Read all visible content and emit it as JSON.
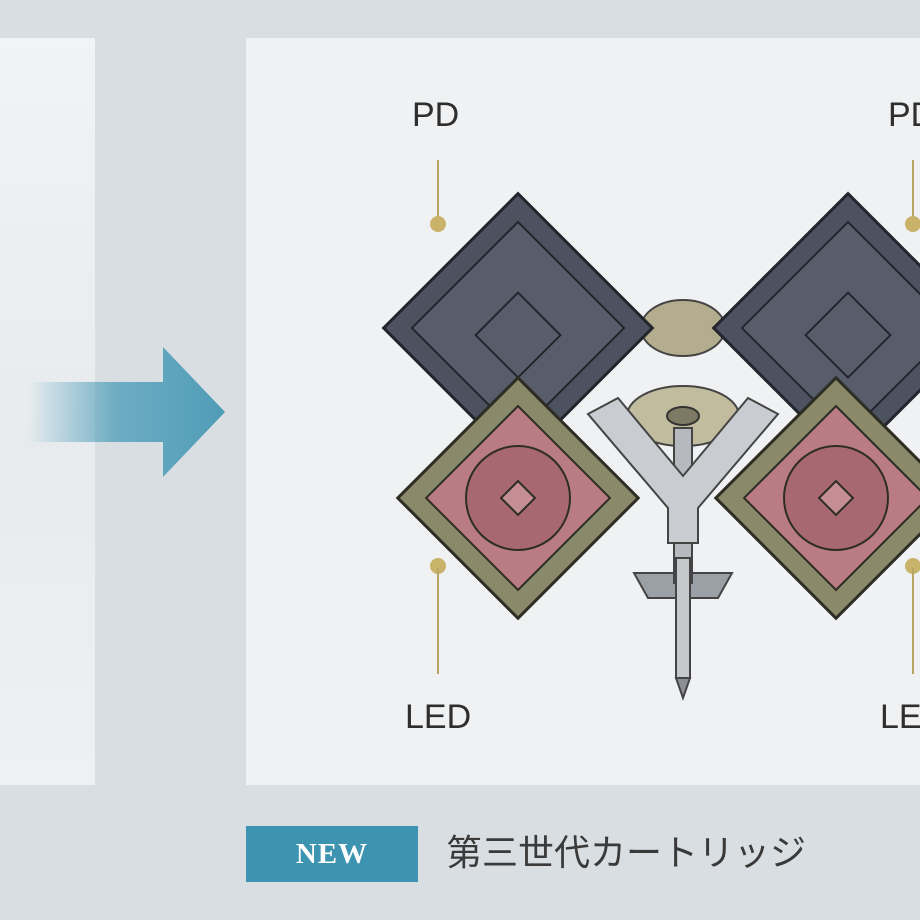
{
  "labels": {
    "pd_left": "PD",
    "pd_right": "PD",
    "led_left": "LED",
    "led_right": "LED"
  },
  "badge": {
    "text": "NEW"
  },
  "caption": {
    "text": "第三世代カートリッジ"
  },
  "colors": {
    "arrow": "#5aa3bd",
    "badge": "#3d94b1",
    "pd_block": "#4c5260",
    "led_frame": "#8a8a6a",
    "led_body": "#b97c83",
    "leader_dot": "#c9b36a"
  }
}
